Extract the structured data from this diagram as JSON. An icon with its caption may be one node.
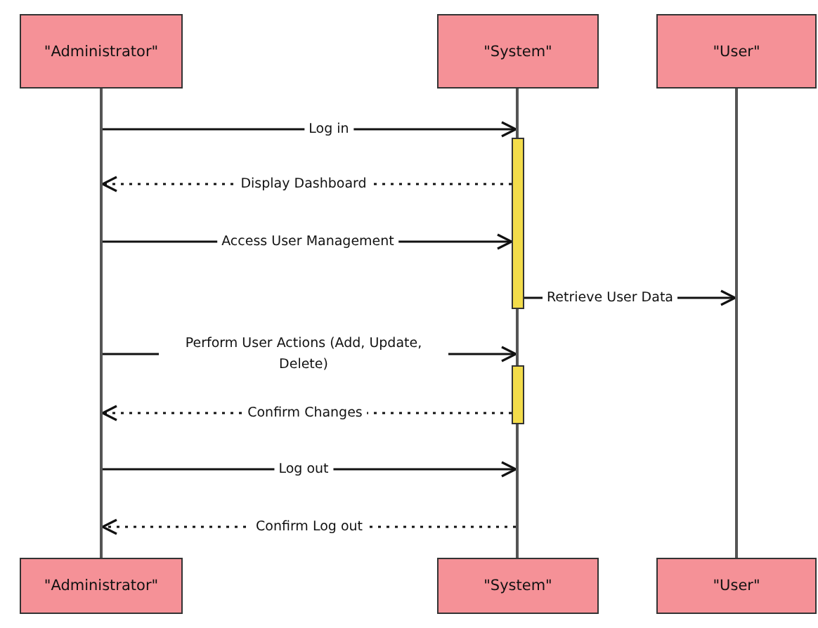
{
  "diagram": {
    "nodes": [
      {
        "text": [
          "\"Administrator\""
        ]
      },
      {
        "text": [
          "\"System\""
        ]
      },
      {
        "text": [
          "\"User\""
        ]
      },
      {
        "text": [],
        "shape": "line"
      },
      {
        "text": [],
        "shape": "line"
      },
      {
        "text": [],
        "shape": "line"
      },
      {
        "text": [],
        "shape": "bar"
      },
      {
        "text": [],
        "shape": "bar"
      },
      {
        "text": [
          "\"Administrator\""
        ]
      },
      {
        "text": [
          "\"System\""
        ]
      },
      {
        "text": [
          "\"User\""
        ]
      }
    ],
    "edges": [
      {
        "from": 3,
        "to": 4,
        "arrow": "to",
        "label": "Log in"
      },
      {
        "from": 6,
        "to": 3,
        "arrow": "to",
        "label": "Display Dashboard",
        "style": "dashed"
      },
      {
        "from": 3,
        "to": 6,
        "arrow": "to",
        "label": "Access User Management"
      },
      {
        "from": 6,
        "to": 5,
        "arrow": "to",
        "label": "Retrieve User Data"
      },
      {
        "from": 3,
        "to": 4,
        "arrow": "to",
        "label": "Perform User Actions (Add, Update, Delete)"
      },
      {
        "from": 7,
        "to": 3,
        "arrow": "to",
        "label": "Confirm Changes",
        "style": "dashed"
      },
      {
        "from": 3,
        "to": 4,
        "arrow": "to",
        "label": "Log out"
      },
      {
        "from": 4,
        "to": 3,
        "arrow": "to",
        "label": "Confirm Log out",
        "style": "dashed"
      }
    ]
  }
}
